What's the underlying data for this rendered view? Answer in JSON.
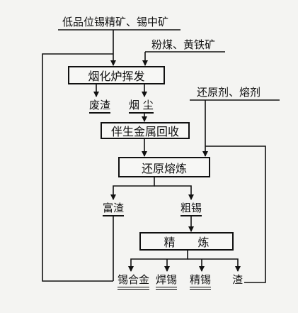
{
  "inputs": {
    "ore": "低品位锡精矿、锡中矿",
    "additives1": "粉煤、黄铁矿",
    "additives2": "还原剂、熔剂"
  },
  "processes": {
    "fuming": "烟化炉挥发",
    "recovery": "伴生金属回收",
    "reduction": "还原熔炼",
    "refining": "精　　炼"
  },
  "intermediates": {
    "waste_slag": "废渣",
    "dust": "烟 尘",
    "rich_slag": "富渣",
    "crude_tin": "粗锡"
  },
  "products": {
    "tin_alloy": "锡合金",
    "solder": "焊锡",
    "refined_tin": "精锡",
    "slag": "渣"
  }
}
